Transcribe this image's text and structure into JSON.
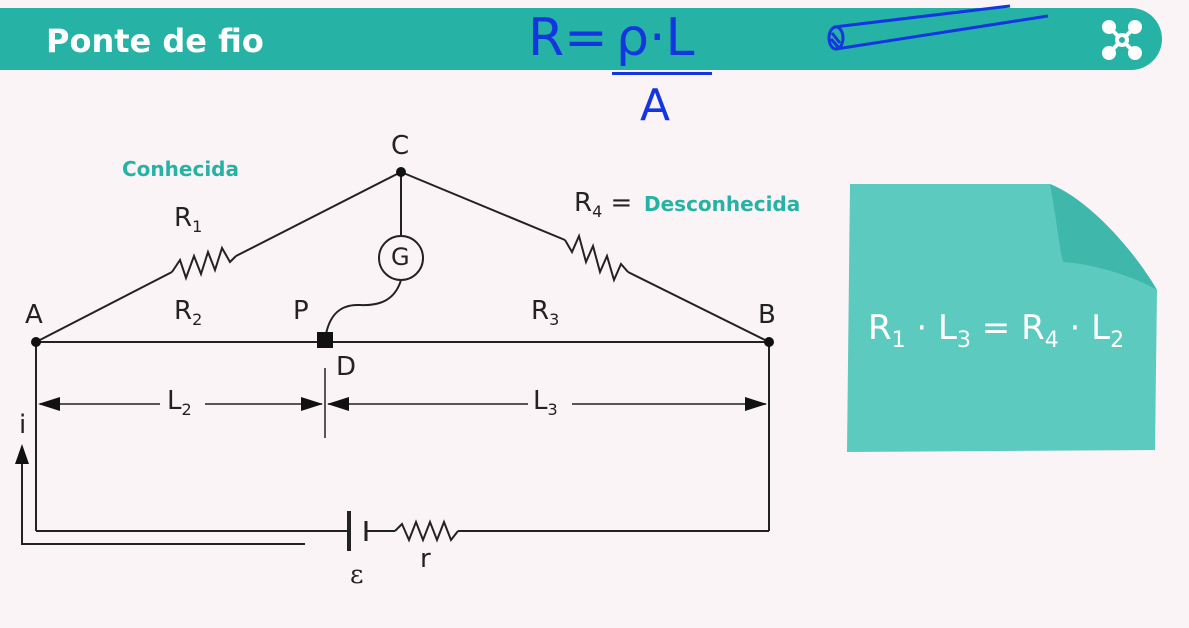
{
  "header": {
    "title": "Ponte de fio",
    "menu_icon": "network-nodes-icon",
    "color": "#26b2a4"
  },
  "handwritten": {
    "lhs": "R=",
    "numerator": "ρ·L",
    "denominator": "A",
    "wire_icon": "wire-sketch-icon",
    "color": "#1436e0"
  },
  "diagram": {
    "label_known": "Conhecida",
    "label_unknown": "Desconhecida",
    "node_A": "A",
    "node_B": "B",
    "node_C": "C",
    "node_D": "D",
    "node_P": "P",
    "galvanometer": "G",
    "r1": "R",
    "r1_sub": "1",
    "r2": "R",
    "r2_sub": "2",
    "r3": "R",
    "r3_sub": "3",
    "r4": "R",
    "r4_sub": "4",
    "r4_equals": "=",
    "l2": "L",
    "l2_sub": "2",
    "l3": "L",
    "l3_sub": "3",
    "current": "i",
    "emf": "ε",
    "internal_resistance": "r"
  },
  "note": {
    "color": "#5ccabf",
    "formula": {
      "t1": "R",
      "s1": "1",
      "t2": " · L",
      "s2": "3",
      "t3": " = R",
      "s3": "4",
      "t4": " · L",
      "s4": "2"
    }
  }
}
